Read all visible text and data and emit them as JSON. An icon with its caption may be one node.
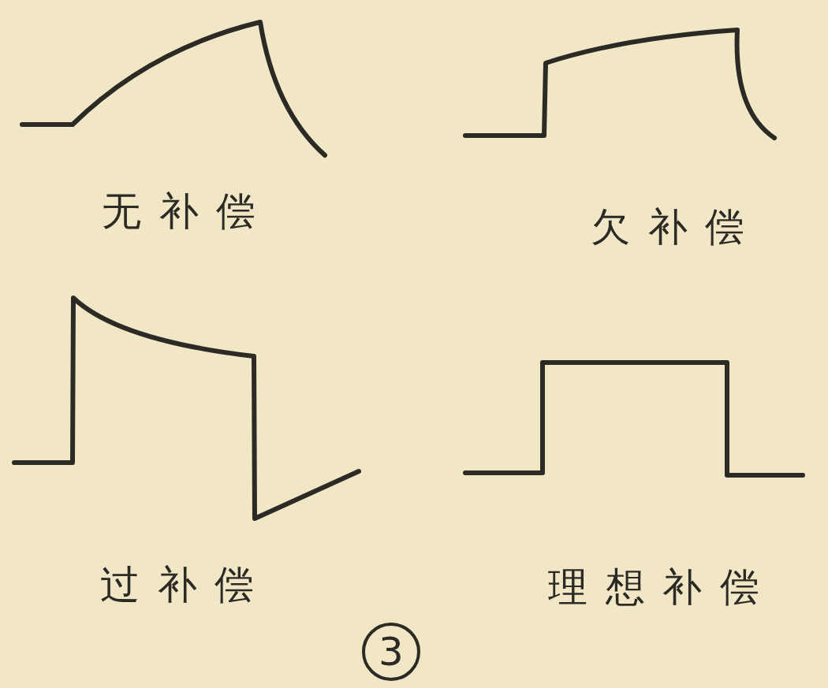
{
  "diagram": {
    "nodes": [
      {
        "text": [
          "3"
        ]
      }
    ],
    "labels": [
      "无补偿",
      "欠补偿",
      "过补偿",
      "理想补偿"
    ]
  }
}
